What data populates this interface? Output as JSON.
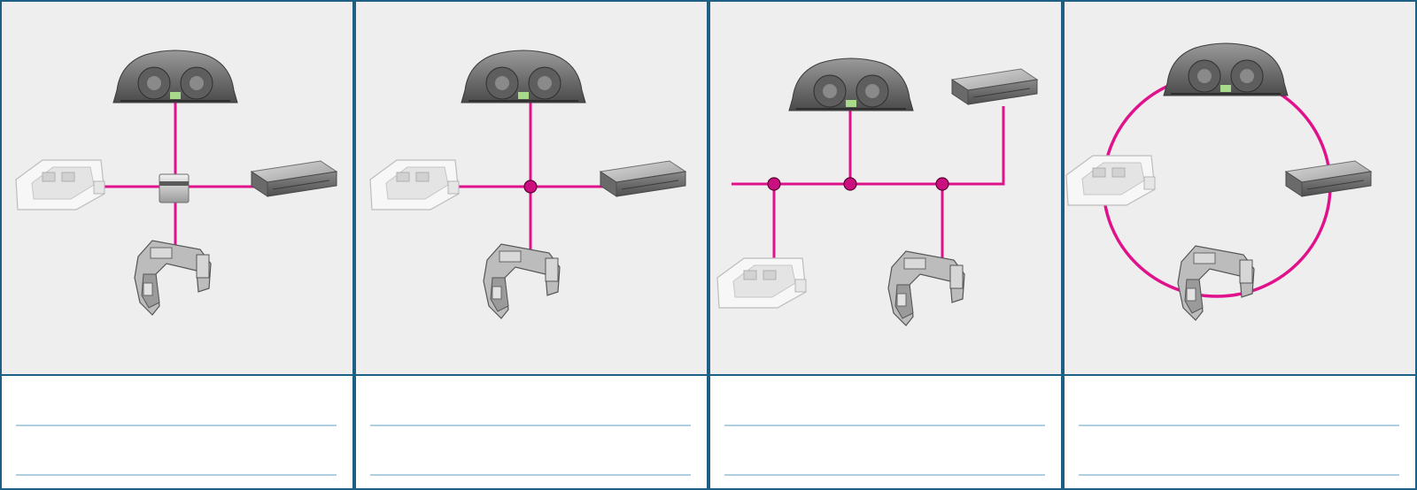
{
  "colors": {
    "bus": "#e0128b",
    "bus_node": "#cc0f7e",
    "border": "#1f5f86",
    "answer_line": "#7fb2cf",
    "panel_bg": "#eeeeef",
    "answer_bg": "#ffffff"
  },
  "panels": [
    {
      "topology": "star",
      "node_style": "hub-box",
      "devices": [
        "instrument-cluster",
        "control-module",
        "gateway-module",
        "steering-column-unit"
      ]
    },
    {
      "topology": "star",
      "node_style": "junction-dot",
      "devices": [
        "instrument-cluster",
        "control-module",
        "gateway-module",
        "steering-column-unit"
      ]
    },
    {
      "topology": "bus",
      "node_style": "junction-dot",
      "devices": [
        "instrument-cluster",
        "gateway-module",
        "control-module",
        "steering-column-unit"
      ]
    },
    {
      "topology": "ring",
      "node_style": "none",
      "devices": [
        "instrument-cluster",
        "control-module",
        "gateway-module",
        "steering-column-unit"
      ]
    }
  ],
  "answer_lines_per_panel": 2
}
